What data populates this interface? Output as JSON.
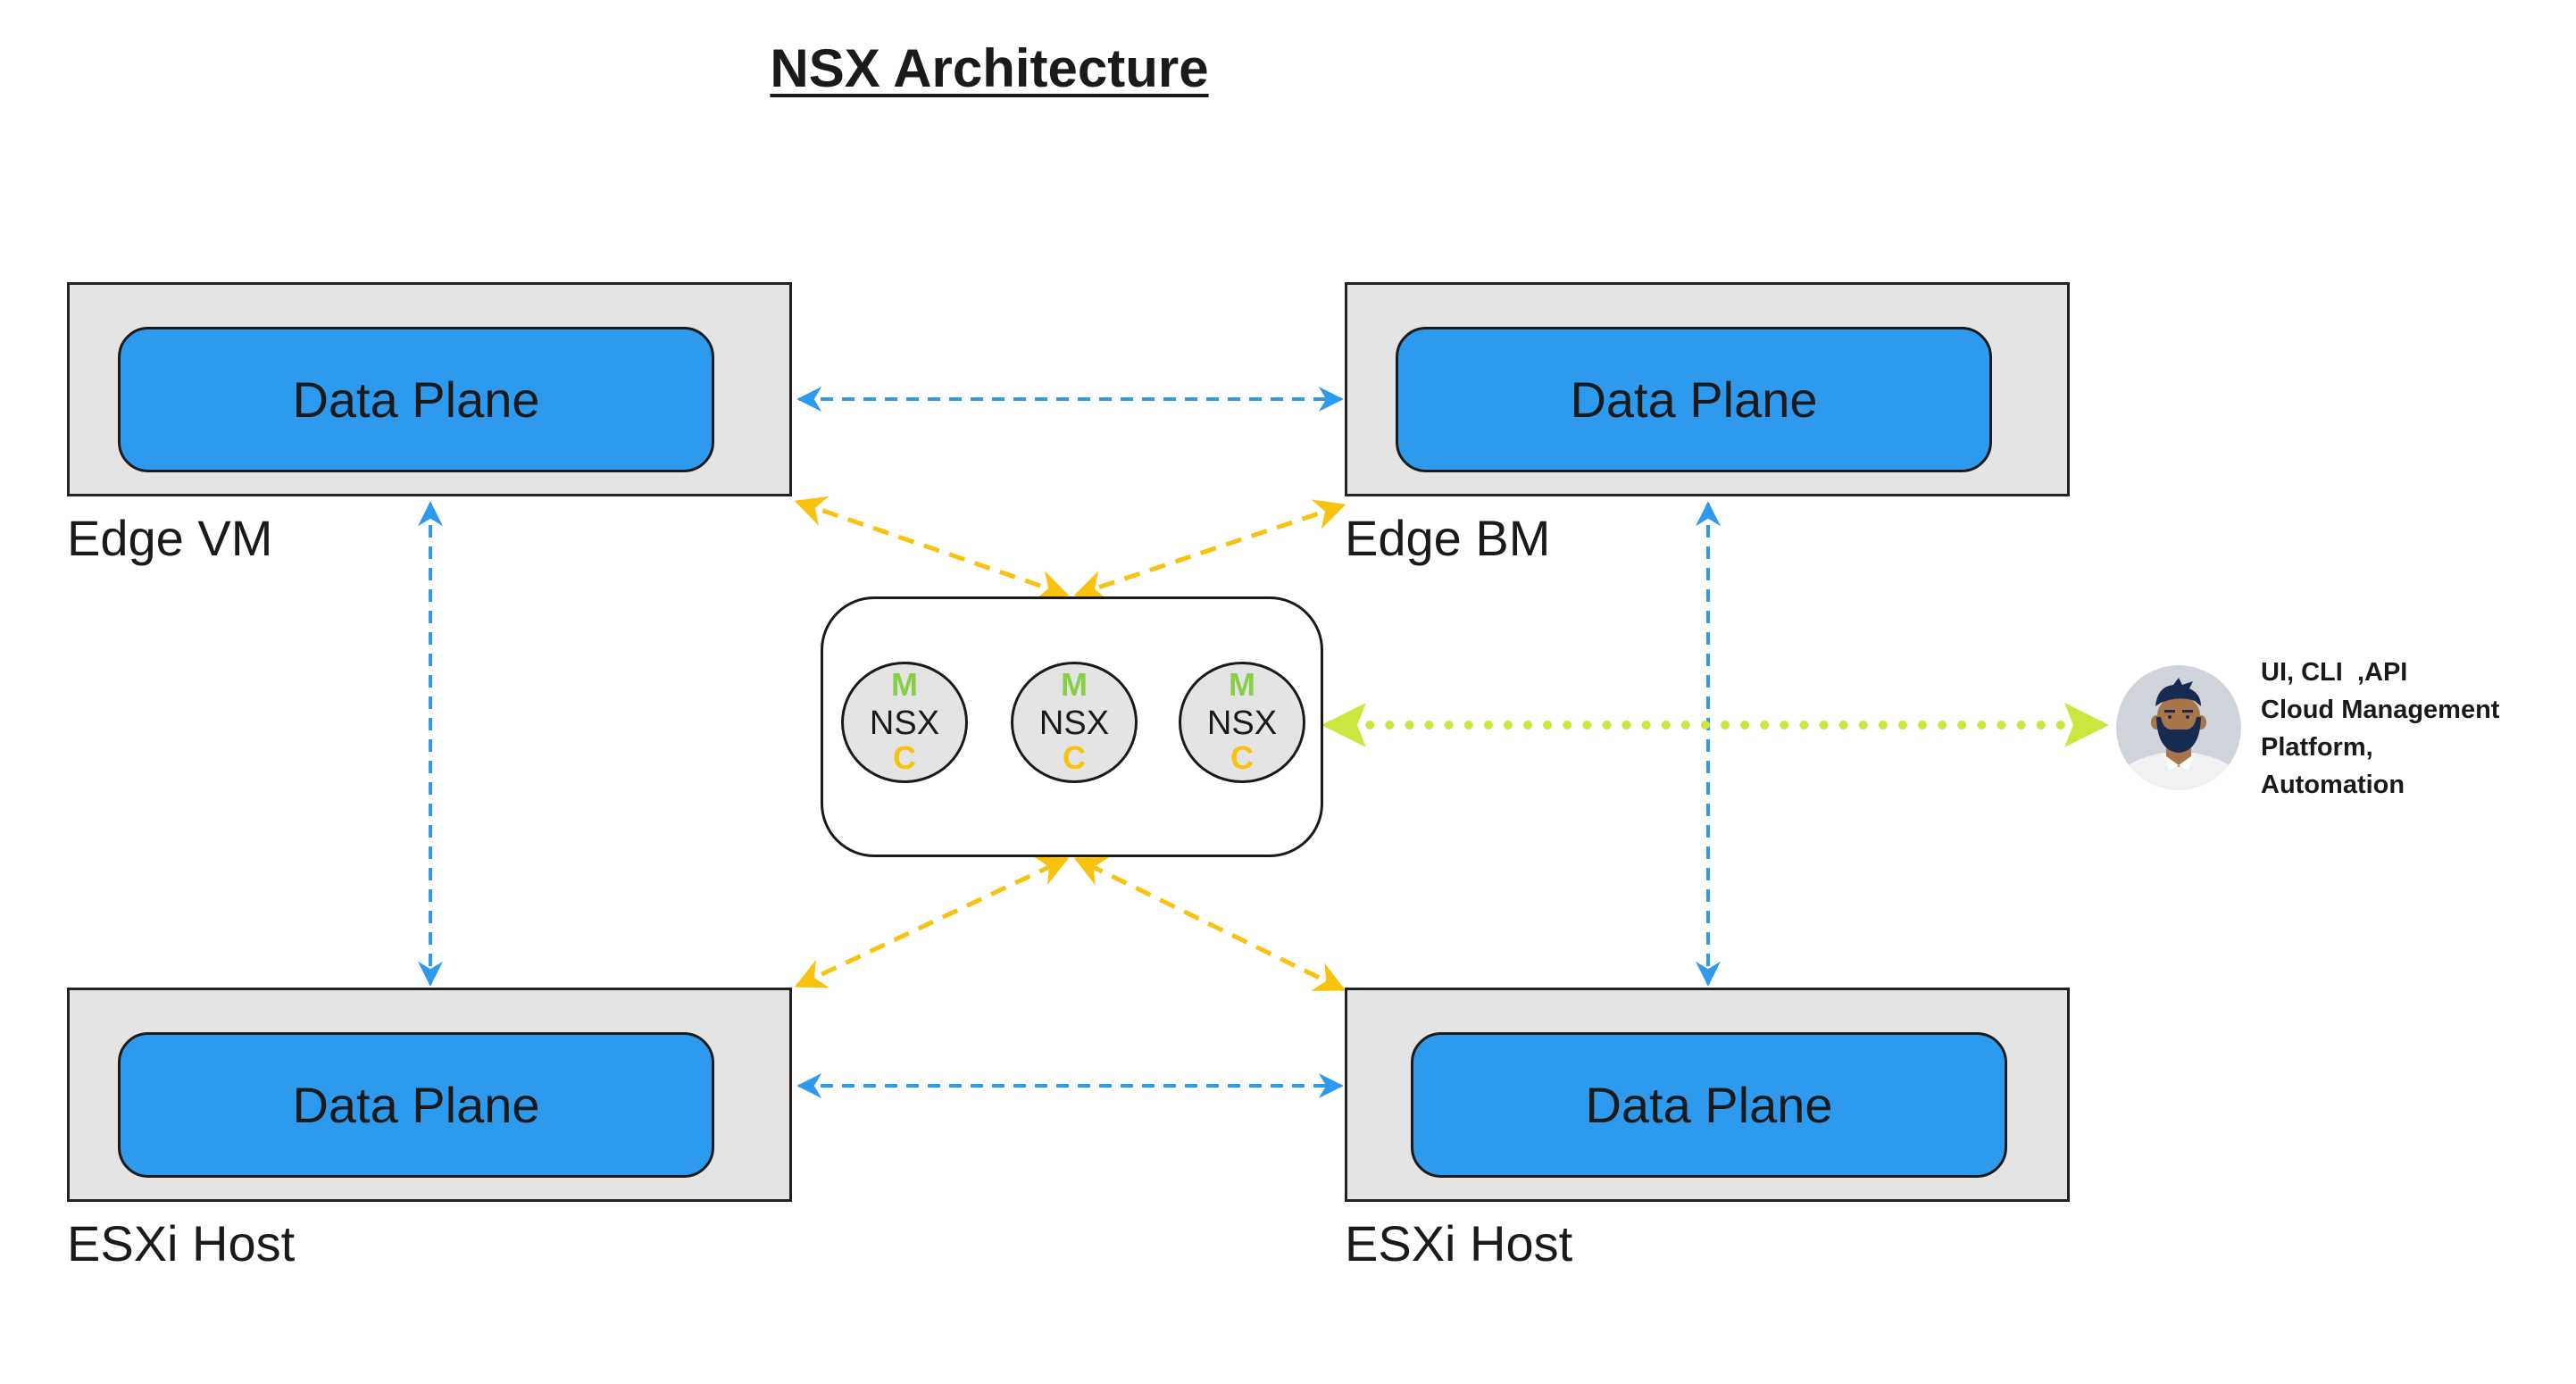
{
  "title": "NSX Architecture",
  "hosts": [
    {
      "label": "Edge VM",
      "plane_label": "Data Plane"
    },
    {
      "label": "Edge BM",
      "plane_label": "Data Plane"
    },
    {
      "label": "ESXi Host",
      "plane_label": "Data Plane"
    },
    {
      "label": "ESXi Host",
      "plane_label": "Data Plane"
    }
  ],
  "cluster": {
    "nodes": [
      {
        "top": "M",
        "name": "NSX",
        "bottom": "C"
      },
      {
        "top": "M",
        "name": "NSX",
        "bottom": "C"
      },
      {
        "top": "M",
        "name": "NSX",
        "bottom": "C"
      }
    ]
  },
  "actor": {
    "icon": "user-avatar-icon",
    "lines": [
      "UI, CLI  ,API",
      "Cloud Management",
      "Platform,",
      "Automation"
    ]
  },
  "colors": {
    "data_plane": "#2e9aee",
    "host_bg": "#e4e4e4",
    "manager_m": "#86cf47",
    "controller_c": "#f8c20f",
    "data_link": "#2e9aee",
    "control_link": "#f8c20f",
    "management_link": "#cde63f"
  }
}
